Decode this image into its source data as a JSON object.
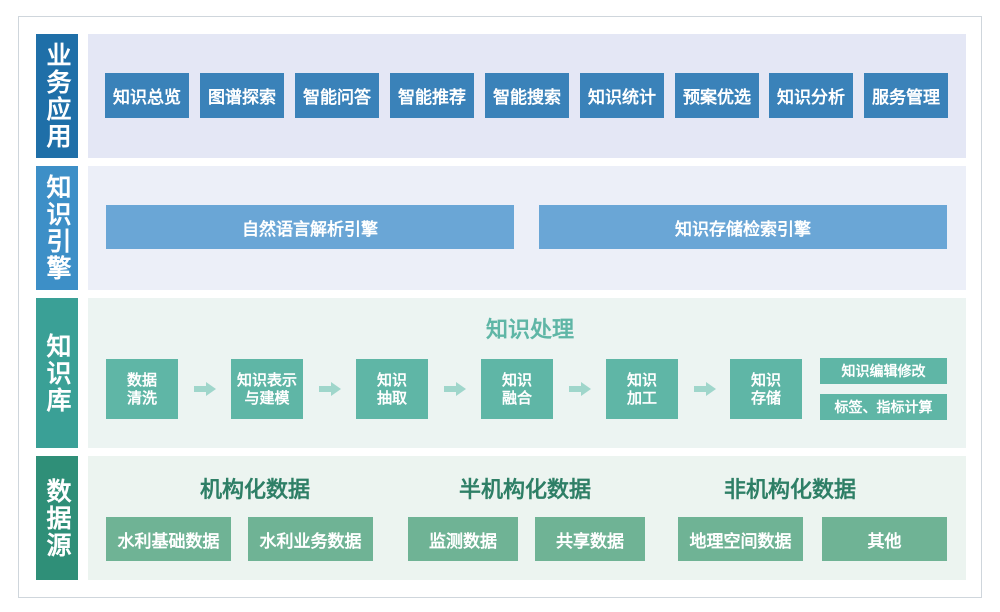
{
  "layers": {
    "app": {
      "label": "业务应用",
      "items": [
        "知识总览",
        "图谱探索",
        "智能问答",
        "智能推荐",
        "智能搜索",
        "知识统计",
        "预案优选",
        "知识分析",
        "服务管理"
      ]
    },
    "engine": {
      "label": "知识引擎",
      "items": [
        "自然语言解析引擎",
        "知识存储检索引擎"
      ]
    },
    "library": {
      "label": "知识库",
      "title": "知识处理",
      "steps": [
        "数据\n清洗",
        "知识表示\n与建模",
        "知识\n抽取",
        "知识\n融合",
        "知识\n加工",
        "知识\n存储"
      ],
      "side_items": [
        "知识编辑修改",
        "标签、指标计算"
      ]
    },
    "source": {
      "label": "数据源",
      "groups": [
        {
          "title": "机构化数据",
          "items": [
            "水利基础数据",
            "水利业务数据"
          ]
        },
        {
          "title": "半机构化数据",
          "items": [
            "监测数据",
            "共享数据"
          ]
        },
        {
          "title": "非机构化数据",
          "items": [
            "地理空间数据",
            "其他"
          ]
        }
      ]
    }
  },
  "colors": {
    "app_label": "#1f6fa8",
    "app_panel": "#e4e7f5",
    "app_box": "#3a82b9",
    "engine_label": "#3d8fc7",
    "engine_panel": "#eceff8",
    "engine_box": "#6aa6d6",
    "library_label": "#3aa096",
    "library_panel": "#ecf4f2",
    "library_box": "#5fb6a6",
    "library_title": "#5fb6a6",
    "source_label": "#2f8f78",
    "source_panel": "#ecf4f0",
    "source_box": "#6fb395",
    "source_title": "#2e7f66",
    "arrow": "#9fd6cb"
  }
}
